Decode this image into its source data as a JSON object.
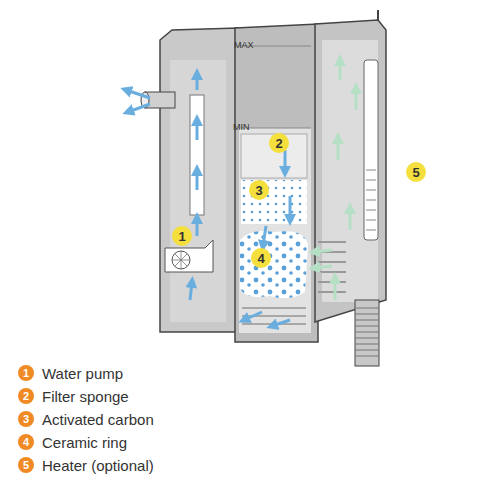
{
  "diagram": {
    "nodes": [
      {
        "text": [
          "1"
        ]
      },
      {
        "text": [
          "2"
        ]
      },
      {
        "text": [
          "3"
        ]
      },
      {
        "text": [
          "4"
        ]
      },
      {
        "text": [
          "5"
        ]
      },
      {
        "text": [
          "1",
          "Water pump"
        ]
      },
      {
        "text": [
          "2",
          "Filter sponge"
        ]
      },
      {
        "text": [
          "3",
          "Activated carbon"
        ]
      },
      {
        "text": [
          "4",
          "Ceramic ring"
        ]
      },
      {
        "text": [
          "5",
          "Heater (optional)"
        ]
      }
    ],
    "labels": [
      "MAX",
      "MIN"
    ]
  }
}
